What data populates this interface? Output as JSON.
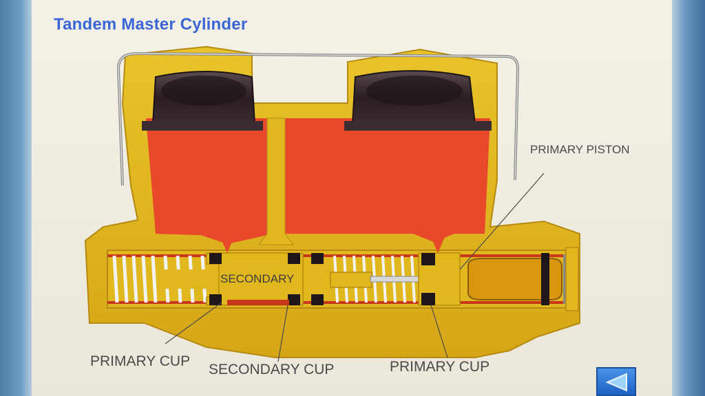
{
  "slide": {
    "title": "Tandem Master Cylinder"
  },
  "labels": {
    "primary_piston": "PRIMARY PISTON",
    "secondary": "SECONDARY",
    "primary_cup_left": "PRIMARY CUP",
    "secondary_cup": "SECONDARY CUP",
    "primary_cup_right": "PRIMARY CUP"
  },
  "navigation": {
    "back_icon": "triangle-left-icon"
  },
  "colors": {
    "title": "#3a66d6",
    "housing": "#e0b81e",
    "fluid": "#e8492a",
    "reservoir_cap": "#2a1e22",
    "nav_button": "#2a72d8"
  }
}
